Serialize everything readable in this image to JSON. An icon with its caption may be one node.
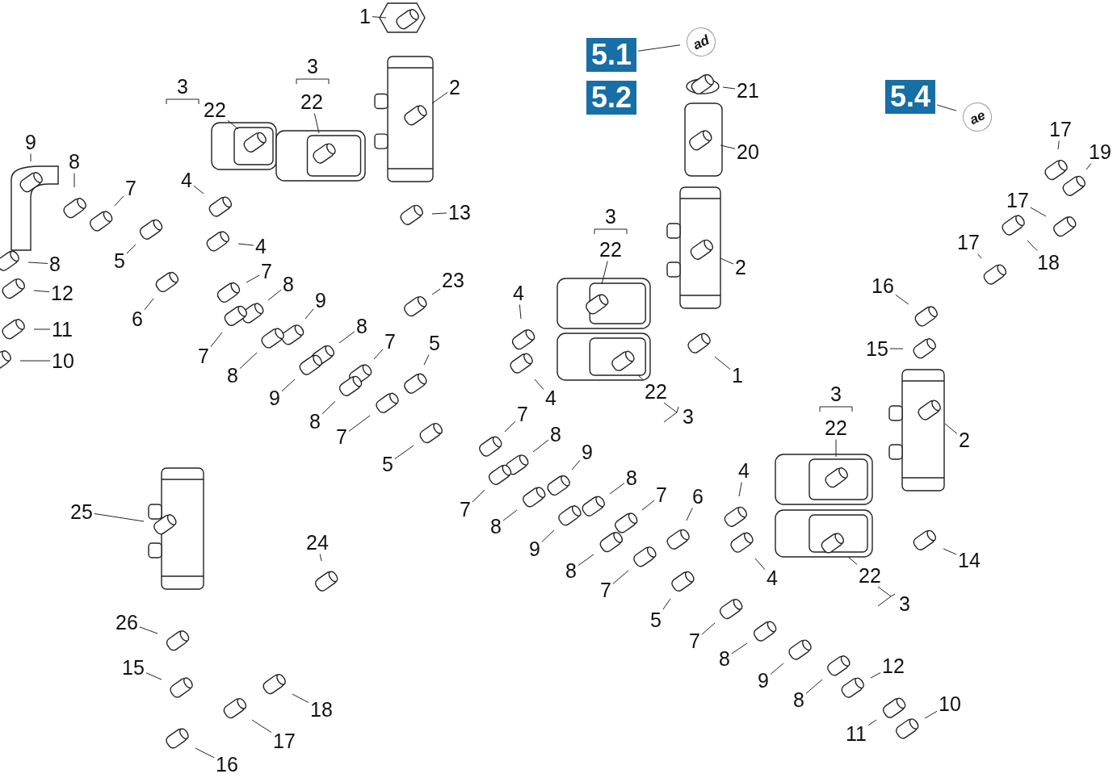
{
  "diagram": {
    "nodes": [
      {
        "text": [
          "1"
        ]
      },
      {
        "text": [
          "2"
        ]
      },
      {
        "text": [
          "22"
        ]
      },
      {
        "text": [
          "22"
        ]
      },
      {
        "text": [
          "9"
        ]
      },
      {
        "text": [
          "8"
        ]
      },
      {
        "text": [
          "7"
        ]
      },
      {
        "text": [
          "4"
        ]
      },
      {
        "text": [
          "5"
        ]
      },
      {
        "text": [
          "4"
        ]
      },
      {
        "text": [
          "8"
        ]
      },
      {
        "text": [
          "12"
        ]
      },
      {
        "text": [
          "11"
        ]
      },
      {
        "text": [
          "10"
        ]
      },
      {
        "text": [
          "6"
        ]
      },
      {
        "text": [
          "7"
        ]
      },
      {
        "text": [
          "8"
        ]
      },
      {
        "text": [
          "9"
        ]
      },
      {
        "text": [
          "8"
        ]
      },
      {
        "text": [
          "7"
        ]
      },
      {
        "text": [
          "5"
        ]
      },
      {
        "text": [
          "7"
        ]
      },
      {
        "text": [
          "8"
        ]
      },
      {
        "text": [
          "9"
        ]
      },
      {
        "text": [
          "8"
        ]
      },
      {
        "text": [
          "7"
        ]
      },
      {
        "text": [
          "5"
        ]
      },
      {
        "text": [
          "13"
        ]
      },
      {
        "text": [
          "23"
        ]
      },
      {
        "text": [
          "4"
        ]
      },
      {
        "text": [
          "22"
        ]
      },
      {
        "text": [
          "2"
        ]
      },
      {
        "text": [
          "1"
        ]
      },
      {
        "text": [
          "5.1"
        ]
      },
      {
        "text": [
          "5.2"
        ]
      },
      {
        "text": [
          "ad"
        ]
      },
      {
        "text": [
          "21"
        ]
      },
      {
        "text": [
          "20"
        ]
      },
      {
        "text": [
          "4"
        ]
      },
      {
        "text": [
          "22"
        ]
      },
      {
        "text": [
          "7"
        ]
      },
      {
        "text": [
          "8"
        ]
      },
      {
        "text": [
          "9"
        ]
      },
      {
        "text": [
          "8"
        ]
      },
      {
        "text": [
          "7"
        ]
      },
      {
        "text": [
          "6"
        ]
      },
      {
        "text": [
          "7"
        ]
      },
      {
        "text": [
          "8"
        ]
      },
      {
        "text": [
          "9"
        ]
      },
      {
        "text": [
          "8"
        ]
      },
      {
        "text": [
          "7"
        ]
      },
      {
        "text": [
          "5"
        ]
      },
      {
        "text": [
          "7"
        ]
      },
      {
        "text": [
          "8"
        ]
      },
      {
        "text": [
          "9"
        ]
      },
      {
        "text": [
          "8"
        ]
      },
      {
        "text": [
          "12"
        ]
      },
      {
        "text": [
          "11"
        ]
      },
      {
        "text": [
          "10"
        ]
      },
      {
        "text": [
          "4"
        ]
      },
      {
        "text": [
          "22"
        ]
      },
      {
        "text": [
          "2"
        ]
      },
      {
        "text": [
          "14"
        ]
      },
      {
        "text": [
          "22"
        ]
      },
      {
        "text": [
          "4"
        ]
      },
      {
        "text": [
          "5.4"
        ]
      },
      {
        "text": [
          "ae"
        ]
      },
      {
        "text": [
          "17"
        ]
      },
      {
        "text": [
          "19"
        ]
      },
      {
        "text": [
          "17"
        ]
      },
      {
        "text": [
          "17"
        ]
      },
      {
        "text": [
          "18"
        ]
      },
      {
        "text": [
          "16"
        ]
      },
      {
        "text": [
          "15"
        ]
      },
      {
        "text": [
          "25"
        ]
      },
      {
        "text": [
          "24"
        ]
      },
      {
        "text": [
          "26"
        ]
      },
      {
        "text": [
          "15"
        ]
      },
      {
        "text": [
          "18"
        ]
      },
      {
        "text": [
          "17"
        ]
      },
      {
        "text": [
          "16"
        ]
      }
    ],
    "edges": [
      {
        "from": 0,
        "to": null,
        "arrow": "none"
      },
      {
        "from": 1,
        "to": null,
        "arrow": "none"
      },
      {
        "from": 2,
        "to": null,
        "arrow": "none"
      },
      {
        "from": 3,
        "to": null,
        "arrow": "none"
      },
      {
        "from": 4,
        "to": null,
        "arrow": "none"
      },
      {
        "from": 5,
        "to": null,
        "arrow": "none"
      },
      {
        "from": 6,
        "to": null,
        "arrow": "none"
      },
      {
        "from": 7,
        "to": null,
        "arrow": "none"
      },
      {
        "from": 8,
        "to": null,
        "arrow": "none"
      },
      {
        "from": 9,
        "to": null,
        "arrow": "none"
      },
      {
        "from": 10,
        "to": null,
        "arrow": "none"
      },
      {
        "from": 11,
        "to": null,
        "arrow": "none"
      },
      {
        "from": 12,
        "to": null,
        "arrow": "none"
      },
      {
        "from": 13,
        "to": null,
        "arrow": "none"
      },
      {
        "from": 14,
        "to": null,
        "arrow": "none"
      },
      {
        "from": 15,
        "to": null,
        "arrow": "none"
      },
      {
        "from": 16,
        "to": null,
        "arrow": "none"
      },
      {
        "from": 17,
        "to": null,
        "arrow": "none"
      },
      {
        "from": 18,
        "to": null,
        "arrow": "none"
      },
      {
        "from": 19,
        "to": null,
        "arrow": "none"
      },
      {
        "from": 20,
        "to": null,
        "arrow": "none"
      },
      {
        "from": 21,
        "to": null,
        "arrow": "none"
      },
      {
        "from": 22,
        "to": null,
        "arrow": "none"
      },
      {
        "from": 23,
        "to": null,
        "arrow": "none"
      },
      {
        "from": 24,
        "to": null,
        "arrow": "none"
      },
      {
        "from": 25,
        "to": null,
        "arrow": "none"
      },
      {
        "from": 26,
        "to": null,
        "arrow": "none"
      },
      {
        "from": 27,
        "to": null,
        "arrow": "none"
      },
      {
        "from": 28,
        "to": null,
        "arrow": "none"
      },
      {
        "from": 29,
        "to": null,
        "arrow": "none"
      },
      {
        "from": 30,
        "to": null,
        "arrow": "none"
      },
      {
        "from": 31,
        "to": null,
        "arrow": "none"
      },
      {
        "from": 32,
        "to": null,
        "arrow": "none"
      },
      {
        "from": 33,
        "to": 35,
        "arrow": "none"
      },
      {
        "from": 36,
        "to": null,
        "arrow": "none"
      },
      {
        "from": 37,
        "to": null,
        "arrow": "none"
      },
      {
        "from": 38,
        "to": null,
        "arrow": "none"
      },
      {
        "from": 39,
        "to": null,
        "arrow": "none"
      },
      {
        "from": 40,
        "to": null,
        "arrow": "none"
      },
      {
        "from": 41,
        "to": null,
        "arrow": "none"
      },
      {
        "from": 42,
        "to": null,
        "arrow": "none"
      },
      {
        "from": 43,
        "to": null,
        "arrow": "none"
      },
      {
        "from": 44,
        "to": null,
        "arrow": "none"
      },
      {
        "from": 45,
        "to": null,
        "arrow": "none"
      },
      {
        "from": 46,
        "to": null,
        "arrow": "none"
      },
      {
        "from": 47,
        "to": null,
        "arrow": "none"
      },
      {
        "from": 48,
        "to": null,
        "arrow": "none"
      },
      {
        "from": 49,
        "to": null,
        "arrow": "none"
      },
      {
        "from": 50,
        "to": null,
        "arrow": "none"
      },
      {
        "from": 51,
        "to": null,
        "arrow": "none"
      },
      {
        "from": 52,
        "to": null,
        "arrow": "none"
      },
      {
        "from": 53,
        "to": null,
        "arrow": "none"
      },
      {
        "from": 54,
        "to": null,
        "arrow": "none"
      },
      {
        "from": 55,
        "to": null,
        "arrow": "none"
      },
      {
        "from": 56,
        "to": null,
        "arrow": "none"
      },
      {
        "from": 57,
        "to": null,
        "arrow": "none"
      },
      {
        "from": 58,
        "to": null,
        "arrow": "none"
      },
      {
        "from": 59,
        "to": null,
        "arrow": "none"
      },
      {
        "from": 60,
        "to": null,
        "arrow": "none"
      },
      {
        "from": 61,
        "to": null,
        "arrow": "none"
      },
      {
        "from": 62,
        "to": null,
        "arrow": "none"
      },
      {
        "from": 63,
        "to": null,
        "arrow": "none"
      },
      {
        "from": 64,
        "to": null,
        "arrow": "none"
      },
      {
        "from": 65,
        "to": 66,
        "arrow": "none"
      },
      {
        "from": 67,
        "to": null,
        "arrow": "none"
      },
      {
        "from": 68,
        "to": null,
        "arrow": "none"
      },
      {
        "from": 69,
        "to": null,
        "arrow": "none"
      },
      {
        "from": 70,
        "to": null,
        "arrow": "none"
      },
      {
        "from": 71,
        "to": null,
        "arrow": "none"
      },
      {
        "from": 72,
        "to": null,
        "arrow": "none"
      },
      {
        "from": 73,
        "to": null,
        "arrow": "none"
      },
      {
        "from": 74,
        "to": null,
        "arrow": "none"
      },
      {
        "from": 75,
        "to": null,
        "arrow": "none"
      },
      {
        "from": 76,
        "to": null,
        "arrow": "none"
      },
      {
        "from": 77,
        "to": null,
        "arrow": "none"
      },
      {
        "from": 78,
        "to": null,
        "arrow": "none"
      },
      {
        "from": 79,
        "to": null,
        "arrow": "none"
      },
      {
        "from": 80,
        "to": null,
        "arrow": "none"
      }
    ],
    "labels": [
      "3",
      "3",
      "3",
      "3",
      "3",
      "3"
    ]
  }
}
